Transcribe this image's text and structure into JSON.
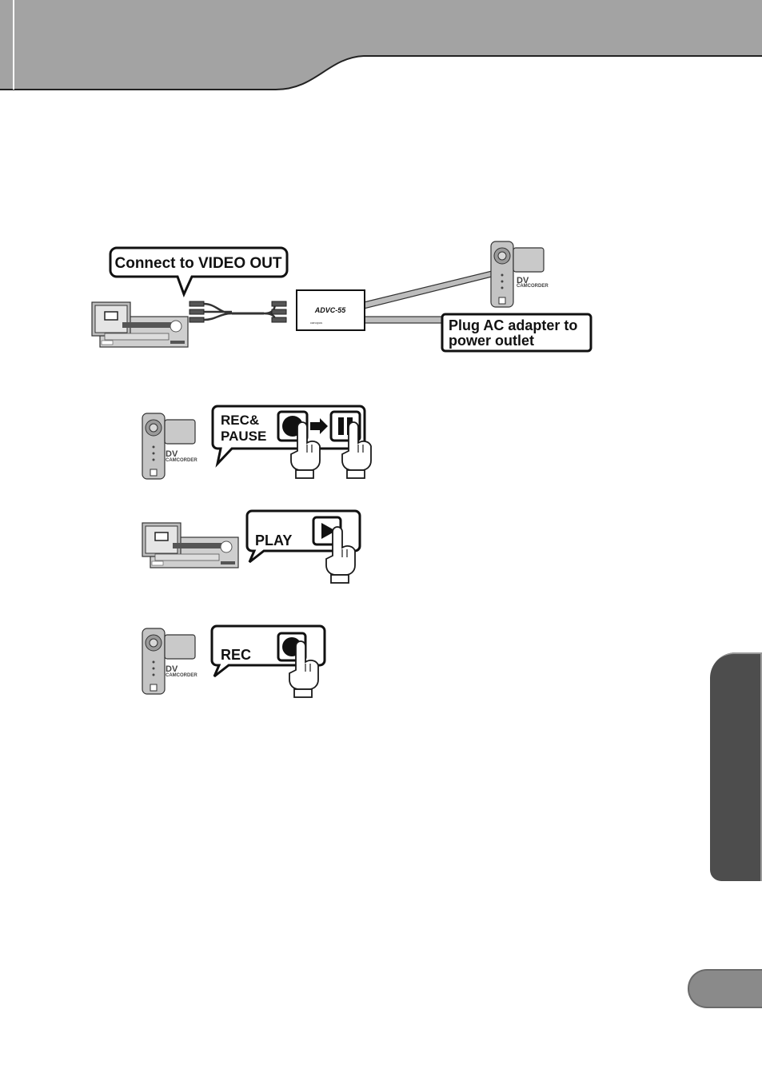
{
  "connection_diagram": {
    "connect_callout": "Connect to VIDEO OUT",
    "power_callout_line1": "Plug AC adapter to",
    "power_callout_line2": "power outlet",
    "converter_model": "ADVC-55",
    "converter_brand": "canopus",
    "camcorder_label": "DV",
    "camcorder_sublabel": "CAMCORDER"
  },
  "steps": [
    {
      "label_line1": "REC&",
      "label_line2": "PAUSE",
      "device_label": "DV",
      "device_sublabel": "CAMCORDER"
    },
    {
      "label": "PLAY"
    },
    {
      "label": "REC",
      "device_label": "DV",
      "device_sublabel": "CAMCORDER"
    }
  ],
  "colors": {
    "header_gray": "#a3a3a3",
    "tab_dark": "#4d4d4d",
    "page_tab": "#8a8a8a",
    "outline": "#1a1a1a",
    "device_gray": "#bdbdbd"
  }
}
